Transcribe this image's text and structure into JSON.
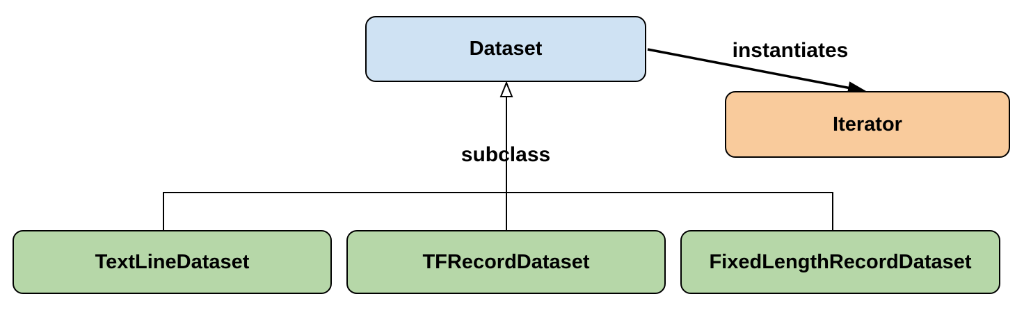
{
  "diagram": {
    "nodes": {
      "dataset": {
        "label": "Dataset"
      },
      "iterator": {
        "label": "Iterator"
      },
      "textline_dataset": {
        "label": "TextLineDataset"
      },
      "tfrecord_dataset": {
        "label": "TFRecordDataset"
      },
      "fixedlength_dataset": {
        "label": "FixedLengthRecordDataset"
      }
    },
    "edges": {
      "instantiates": {
        "label": "instantiates",
        "from": "Dataset",
        "to": "Iterator",
        "arrowhead": "filled-arrow"
      },
      "subclass": {
        "label": "subclass",
        "from": "TextLineDataset, TFRecordDataset, FixedLengthRecordDataset",
        "to": "Dataset",
        "arrowhead": "hollow-triangle"
      }
    }
  },
  "colors": {
    "dataset_fill": "#cfe2f3",
    "iterator_fill": "#f9cb9c",
    "subclass_fill": "#b6d7a8",
    "border": "#000000",
    "connector": "#000000",
    "text": "#000000",
    "background": "#ffffff"
  }
}
